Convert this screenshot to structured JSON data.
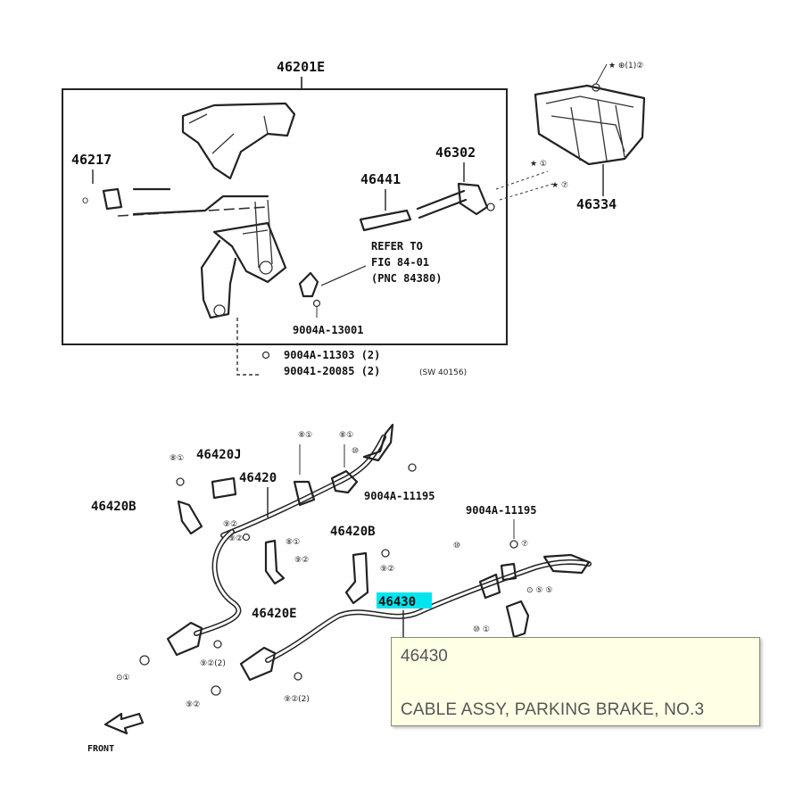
{
  "diagram": {
    "labels": {
      "assembly": "46201E",
      "p46217": "46217",
      "p46441": "46441",
      "p46302": "46302",
      "p46334": "46334",
      "refer1": "REFER TO",
      "refer2": "FIG 84-01",
      "refer3": "(PNC 84380)",
      "bolt1": "9004A-13001",
      "bolt2": "9004A-11303 (2)",
      "bolt3": "90041-20085 (2)",
      "p46420J": "46420J",
      "p46420": "46420",
      "p46420B_left": "46420B",
      "p46420B_mid": "46420B",
      "p46420E": "46420E",
      "bolt4": "9004A-11195",
      "bolt5": "9004A-11195",
      "highlighted": "46430",
      "front": "FRONT"
    },
    "highlight_color": "#00e5ee"
  },
  "tooltip": {
    "part_number": "46430",
    "description": "CABLE ASSY, PARKING BRAKE, NO.3"
  }
}
